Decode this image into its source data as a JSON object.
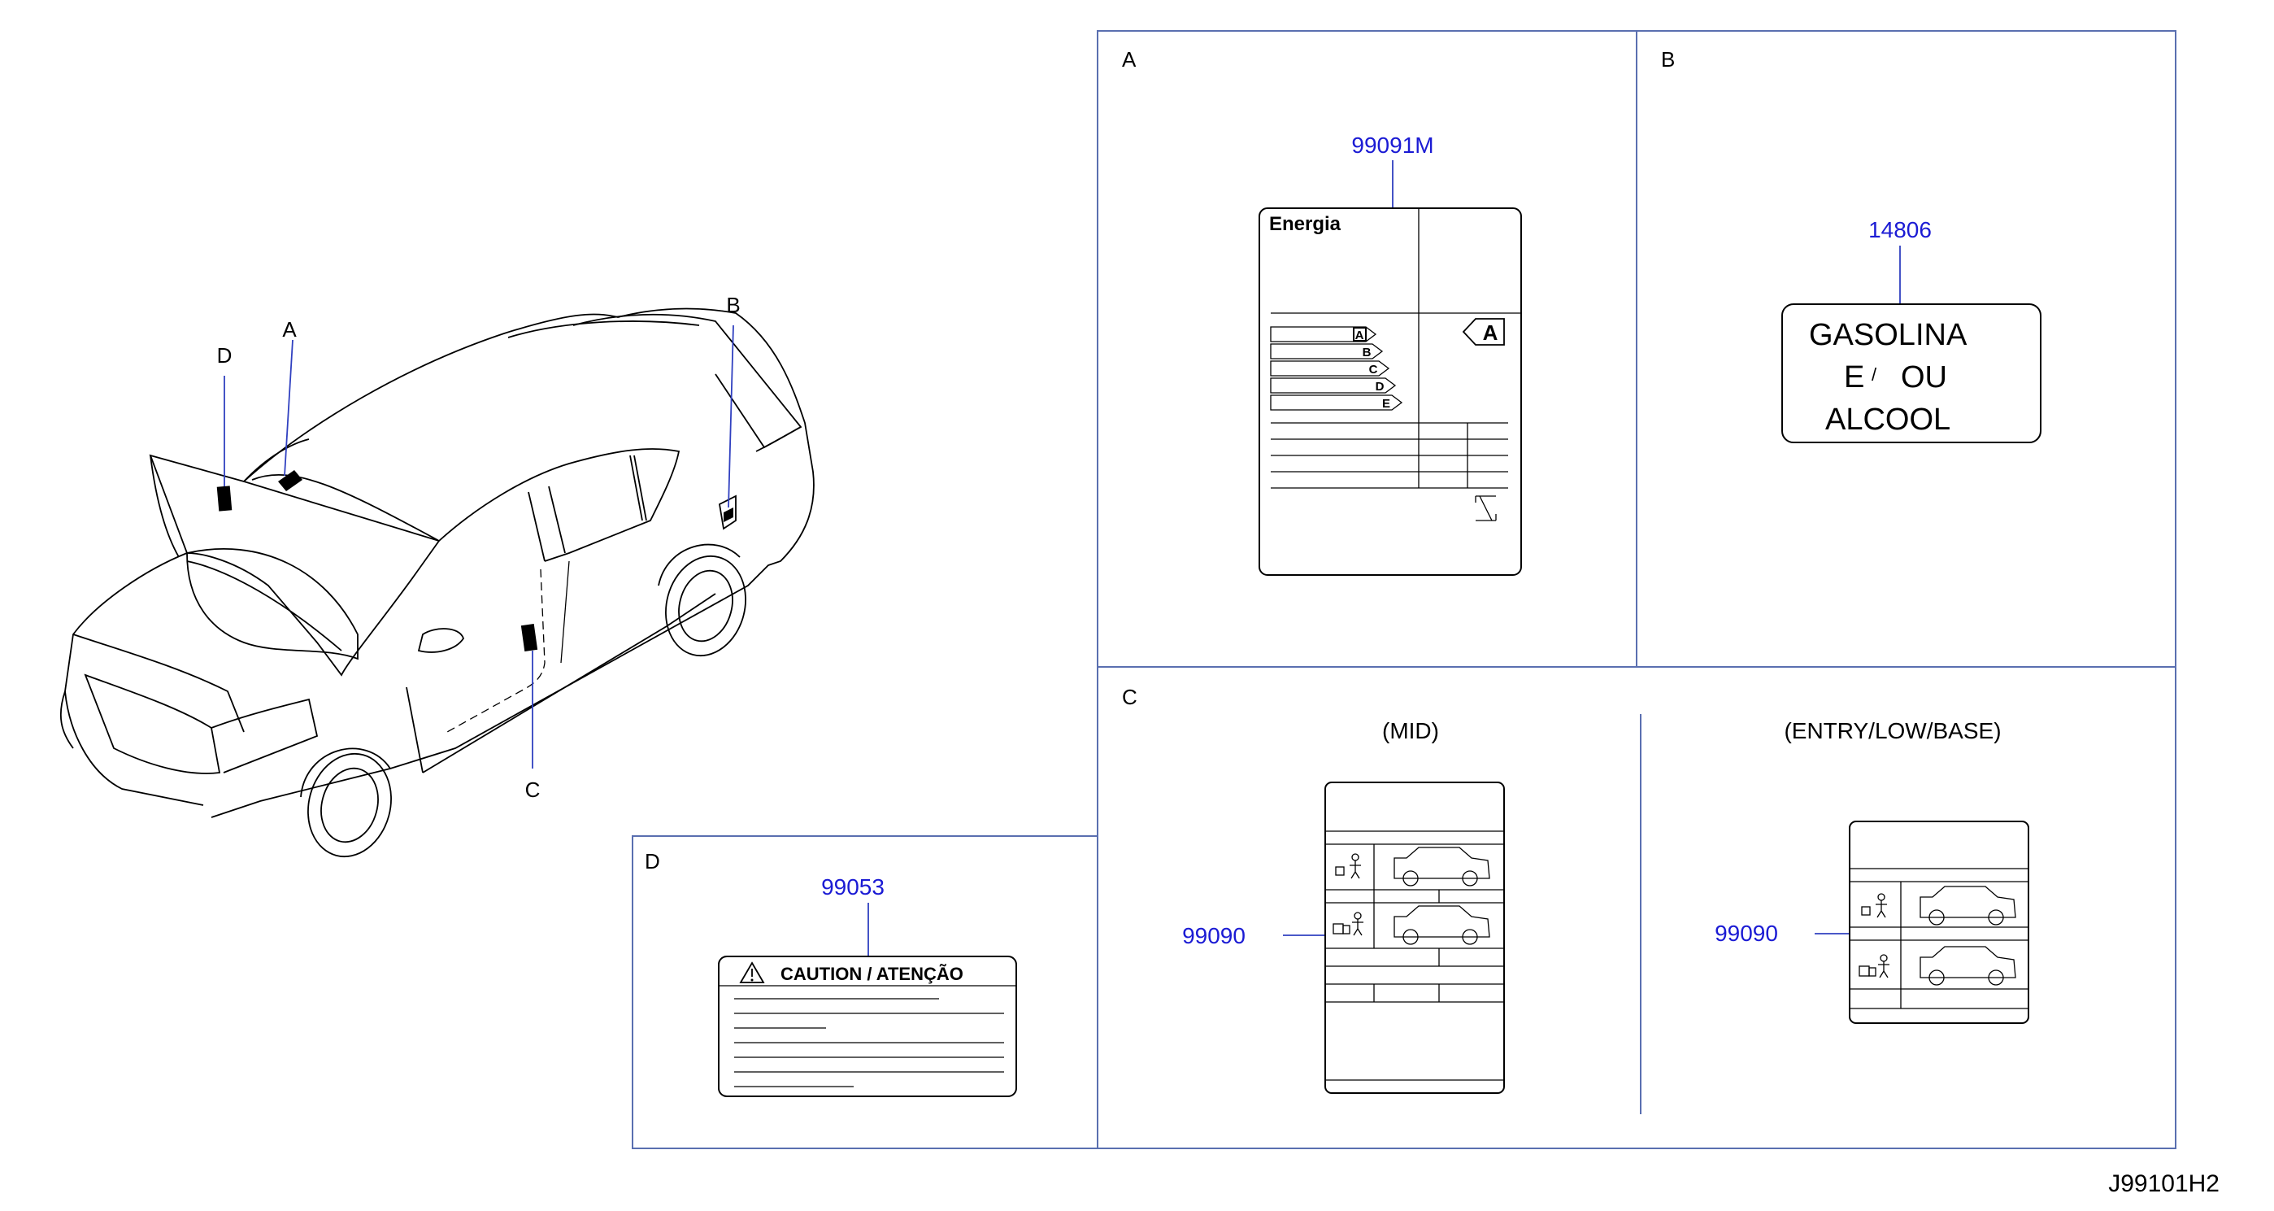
{
  "diagram": {
    "code": "J99101H2",
    "colors": {
      "part_number": "#1b1bd4",
      "frame": "#5a6fb0",
      "line": "#000000"
    },
    "car_callouts": [
      {
        "id": "A",
        "label": "A"
      },
      {
        "id": "B",
        "label": "B"
      },
      {
        "id": "C",
        "label": "C"
      },
      {
        "id": "D",
        "label": "D"
      }
    ],
    "panels": {
      "A": {
        "label": "A",
        "part_number": "99091M",
        "energy_label": {
          "title": "Energia",
          "classes": [
            "A",
            "B",
            "C",
            "D",
            "E"
          ],
          "rating": "A"
        }
      },
      "B": {
        "label": "B",
        "part_number": "14806",
        "text_line1": "GASOLINA",
        "text_line2_left": "E",
        "text_line2_sep": "/",
        "text_line2_right": "OU",
        "text_line3": "ALCOOL"
      },
      "C": {
        "label": "C",
        "mid": {
          "caption": "(MID)",
          "part_number": "99090"
        },
        "entry": {
          "caption": "(ENTRY/LOW/BASE)",
          "part_number": "99090"
        }
      },
      "D": {
        "label": "D",
        "part_number": "99053",
        "caution_title": "CAUTION / ATENÇÃO"
      }
    }
  }
}
